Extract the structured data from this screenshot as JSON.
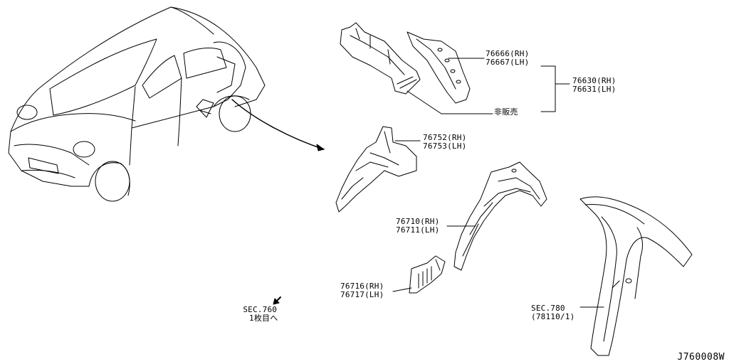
{
  "parts": [
    {
      "id": "p1",
      "lines": [
        "76666(RH)",
        "76667(LH)"
      ]
    },
    {
      "id": "p2",
      "lines": [
        "76630(RH)",
        "76631(LH)"
      ]
    },
    {
      "id": "p3",
      "lines": [
        "非販売"
      ]
    },
    {
      "id": "p4",
      "lines": [
        "76752(RH)",
        "76753(LH)"
      ]
    },
    {
      "id": "p5",
      "lines": [
        "76710(RH)",
        "76711(LH)"
      ]
    },
    {
      "id": "p6",
      "lines": [
        "76716(RH)",
        "76717(LH)"
      ]
    },
    {
      "id": "p7",
      "lines": [
        "SEC.780",
        "(78110/1)"
      ]
    },
    {
      "id": "p8",
      "lines": [
        "SEC.760",
        "1枚目へ"
      ]
    }
  ],
  "diagram_code": "J760008W"
}
